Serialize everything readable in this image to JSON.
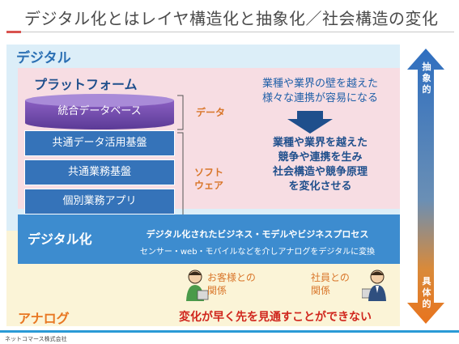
{
  "title": "デジタル化とはレイヤ構造化と抽象化／社会構造の変化",
  "digital": {
    "label": "デジタル",
    "platform_label": "プラットフォーム",
    "layers": [
      "統合データベース",
      "共通データ活用基盤",
      "共通業務基盤",
      "個別業務アプリ"
    ],
    "data_label": "データ",
    "software_label": [
      "ソフト",
      "ウェア"
    ]
  },
  "notes": {
    "top": [
      "業種や業界の壁を越えた",
      "様々な連携が容易になる"
    ],
    "bold": [
      "業種や業界を越えた",
      "競争や連携を生み",
      "社会構造や競争原理",
      "を変化させる"
    ]
  },
  "digitalization": {
    "label": "デジタル化",
    "line1": "デジタル化されたビジネス・モデルやビジネスプロセス",
    "line2": "センサー・web・モバイルなどを介しアナログをデジタルに変換"
  },
  "analog": {
    "label": "アナログ",
    "relation_customer": [
      "お客様との",
      "関係"
    ],
    "relation_employee": [
      "社員との",
      "関係"
    ],
    "message": "変化が早く先を見通すことができない"
  },
  "axis": {
    "top": [
      "抽",
      "象",
      "的"
    ],
    "bottom": [
      "具",
      "体",
      "的"
    ]
  },
  "footer": "ネットコマース株式会社",
  "colors": {
    "layer_blue": "#3573b9",
    "accent_orange": "#d9762a",
    "message_red": "#d0261d",
    "digital_label_blue": "#2a6fb3"
  }
}
